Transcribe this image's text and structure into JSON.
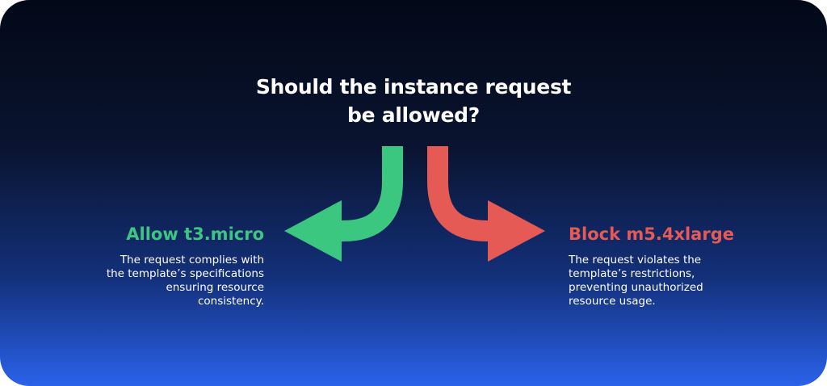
{
  "question": {
    "lines": [
      "Should the instance request",
      "be allowed?"
    ]
  },
  "allow": {
    "title": "Allow t3.micro",
    "description_lines": [
      "The request complies with",
      "the template’s specifications",
      "ensuring resource",
      "consistency."
    ],
    "color": "#3cc781"
  },
  "block": {
    "title": "Block m5.4xlarge",
    "description_lines": [
      "The request violates the",
      "template’s restrictions,",
      "preventing unauthorized",
      "resource usage."
    ],
    "color": "#e55a55"
  },
  "icons": {
    "allow_arrow": "curved-arrow-down-left",
    "block_arrow": "curved-arrow-down-right"
  }
}
